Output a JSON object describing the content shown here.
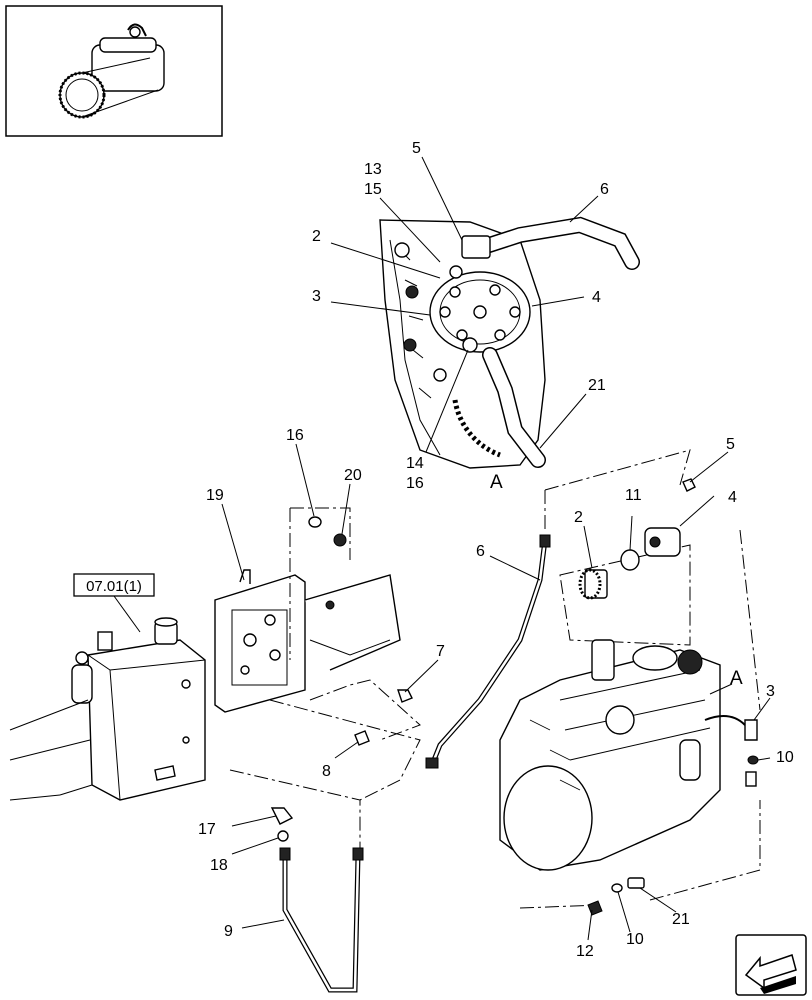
{
  "reference_box": "07.01(1)",
  "view_labels": {
    "detail": "A",
    "engine": "A"
  },
  "callouts": {
    "c5_top": "5",
    "c13": "13",
    "c15": "15",
    "c6_top": "6",
    "c2_top": "2",
    "c3_top": "3",
    "c4_top": "4",
    "c21_top": "21",
    "c14": "14",
    "c16_top": "16",
    "c16_mid": "16",
    "c20": "20",
    "c19": "19",
    "c5_right": "5",
    "c4_right": "4",
    "c11": "11",
    "c2_right": "2",
    "c6_mid": "6",
    "c7": "7",
    "c8": "8",
    "c3_right": "3",
    "c10_right": "10",
    "c17": "17",
    "c18": "18",
    "c9": "9",
    "c12": "12",
    "c10_bottom": "10",
    "c21_bottom": "21"
  }
}
